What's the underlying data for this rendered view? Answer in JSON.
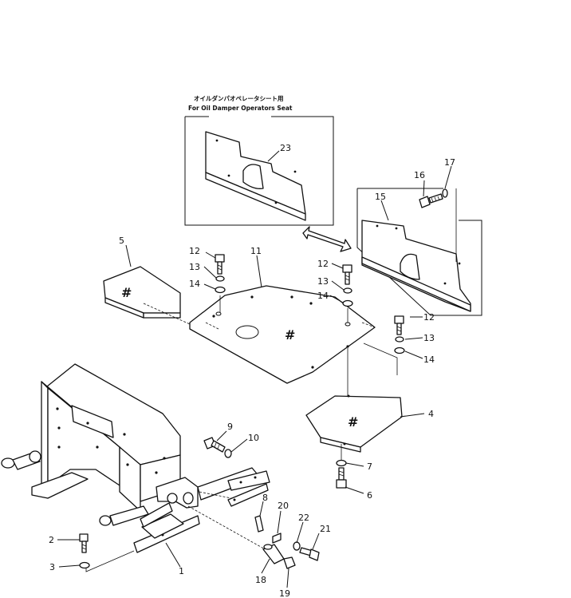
{
  "inset": {
    "note_jp": "オイルダンパオペレータシート用",
    "note_en": "For Oil Damper Operators Seat"
  },
  "callouts": [
    "1",
    "2",
    "3",
    "4",
    "5",
    "6",
    "7",
    "8",
    "9",
    "10",
    "11",
    "12",
    "13",
    "14",
    "15",
    "16",
    "17",
    "18",
    "19",
    "20",
    "21",
    "22",
    "23"
  ],
  "markers": {
    "hash": "#"
  }
}
